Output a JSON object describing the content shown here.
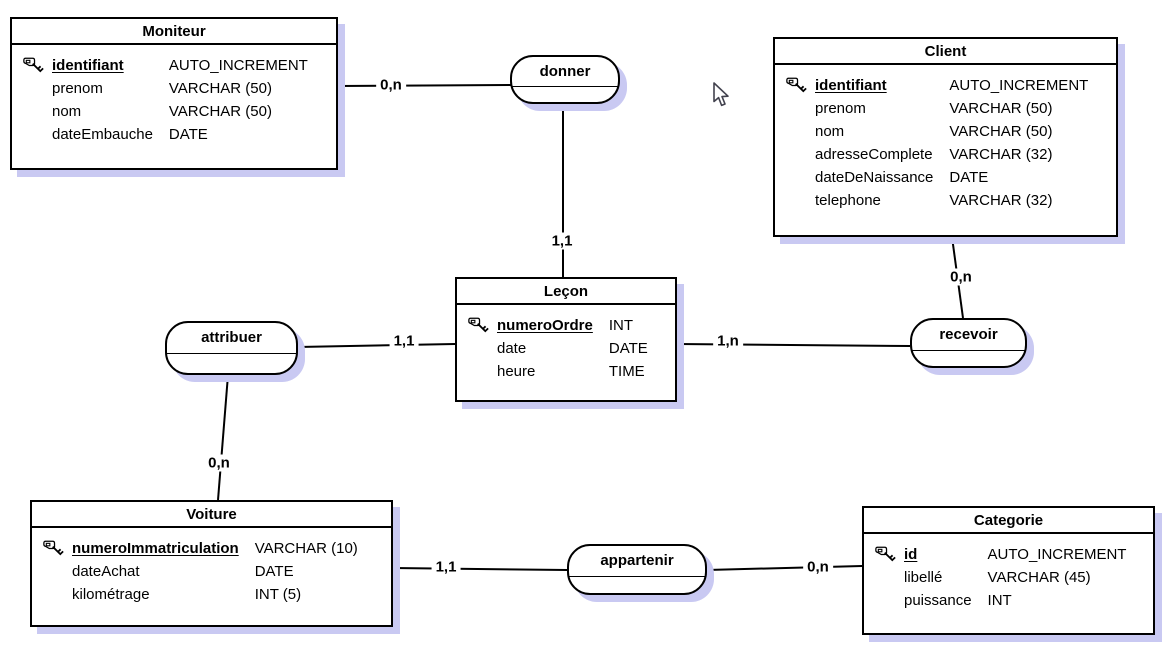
{
  "colors": {
    "background": "#ffffff",
    "line": "#000000",
    "shadow": "#c9c9f2"
  },
  "diagram": {
    "entities": {
      "moniteur": {
        "title": "Moniteur",
        "attributes": [
          {
            "name": "identifiant",
            "type": "AUTO_INCREMENT",
            "primary_key": true
          },
          {
            "name": "prenom",
            "type": "VARCHAR (50)",
            "primary_key": false
          },
          {
            "name": "nom",
            "type": "VARCHAR (50)",
            "primary_key": false
          },
          {
            "name": "dateEmbauche",
            "type": "DATE",
            "primary_key": false
          }
        ]
      },
      "client": {
        "title": "Client",
        "attributes": [
          {
            "name": "identifiant",
            "type": "AUTO_INCREMENT",
            "primary_key": true
          },
          {
            "name": "prenom",
            "type": "VARCHAR (50)",
            "primary_key": false
          },
          {
            "name": "nom",
            "type": "VARCHAR (50)",
            "primary_key": false
          },
          {
            "name": "adresseComplete",
            "type": "VARCHAR (32)",
            "primary_key": false
          },
          {
            "name": "dateDeNaissance",
            "type": "DATE",
            "primary_key": false
          },
          {
            "name": "telephone",
            "type": "VARCHAR (32)",
            "primary_key": false
          }
        ]
      },
      "lecon": {
        "title": "Leçon",
        "attributes": [
          {
            "name": "numeroOrdre",
            "type": "INT",
            "primary_key": true
          },
          {
            "name": "date",
            "type": "DATE",
            "primary_key": false
          },
          {
            "name": "heure",
            "type": "TIME",
            "primary_key": false
          }
        ]
      },
      "voiture": {
        "title": "Voiture",
        "attributes": [
          {
            "name": "numeroImmatriculation",
            "type": "VARCHAR (10)",
            "primary_key": true
          },
          {
            "name": "dateAchat",
            "type": "DATE",
            "primary_key": false
          },
          {
            "name": "kilométrage",
            "type": "INT (5)",
            "primary_key": false
          }
        ]
      },
      "categorie": {
        "title": "Categorie",
        "attributes": [
          {
            "name": "id",
            "type": "AUTO_INCREMENT",
            "primary_key": true
          },
          {
            "name": "libellé",
            "type": "VARCHAR (45)",
            "primary_key": false
          },
          {
            "name": "puissance",
            "type": "INT",
            "primary_key": false
          }
        ]
      }
    },
    "associations": {
      "donner": "donner",
      "attribuer": "attribuer",
      "recevoir": "recevoir",
      "appartenir": "appartenir"
    },
    "cardinalities": {
      "moniteur_donner": "0,n",
      "donner_lecon": "1,1",
      "client_recevoir": "0,n",
      "lecon_recevoir": "1,n",
      "attribuer_lecon": "1,1",
      "attribuer_voiture": "0,n",
      "voiture_appartenir": "1,1",
      "appartenir_categorie": "0,n"
    }
  }
}
